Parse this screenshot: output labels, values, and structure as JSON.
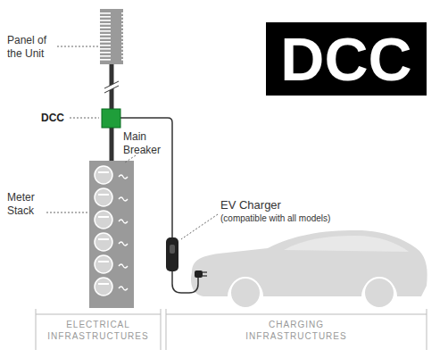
{
  "diagram": {
    "title": "DCC",
    "labels": [
      "Panel of the Unit",
      "DCC",
      "Main Breaker",
      "Meter Stack",
      "EV Charger",
      "(compatible with all models)",
      "ELECTRICAL INFRASTRUCTURES",
      "CHARGING INFRASTRUCTURES"
    ]
  }
}
